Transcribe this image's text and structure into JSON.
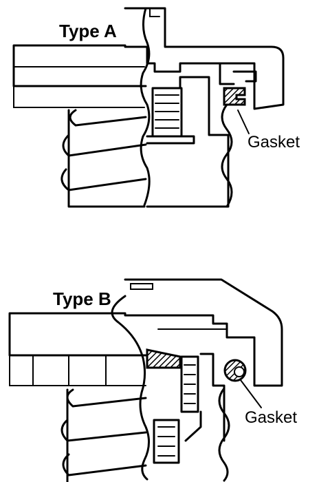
{
  "figures": [
    {
      "id": "type-a",
      "title": "Type A",
      "part_label": "Gasket"
    },
    {
      "id": "type-b",
      "title": "Type B",
      "part_label": "Gasket"
    }
  ]
}
